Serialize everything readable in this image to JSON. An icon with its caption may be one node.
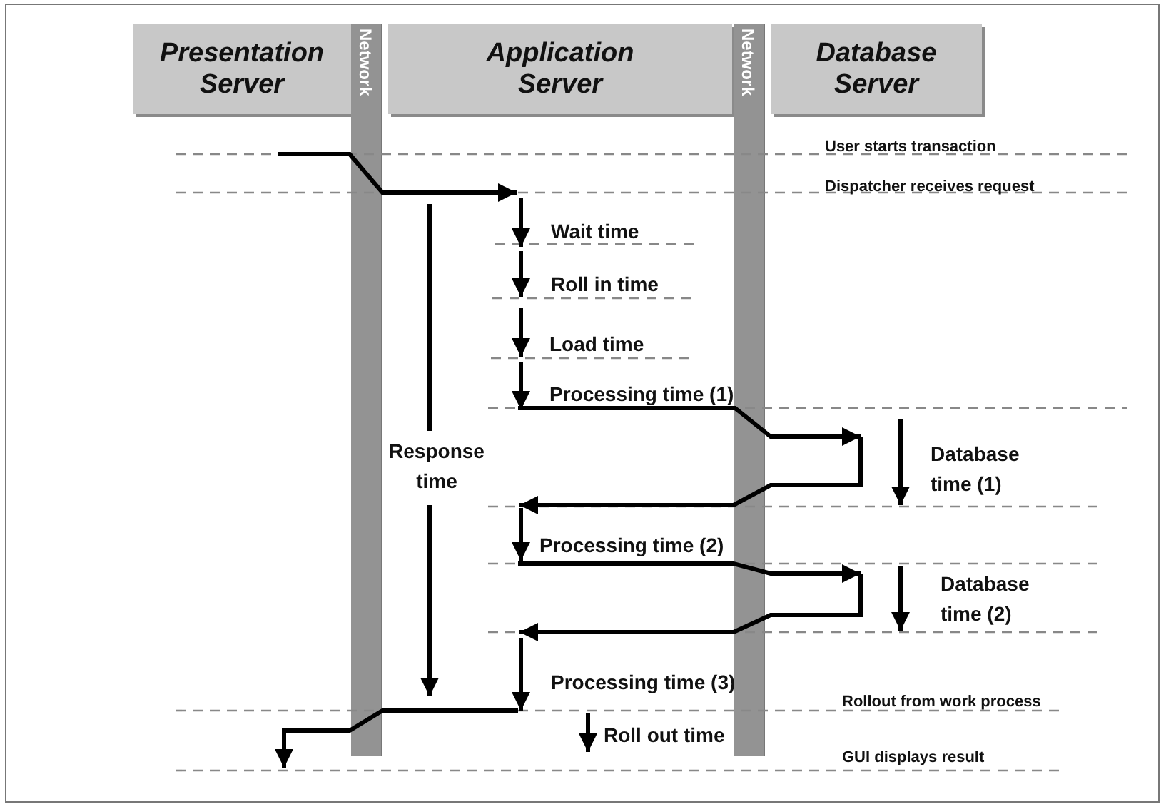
{
  "diagram": {
    "nodes": [
      {
        "text": [
          "Presentation Server"
        ]
      },
      {
        "text": [
          "Network"
        ]
      },
      {
        "text": [
          "Application Server"
        ]
      },
      {
        "text": [
          "Network"
        ]
      },
      {
        "text": [
          "Database Server"
        ]
      }
    ],
    "labels": [
      "User starts transaction",
      "Dispatcher receives request",
      "Wait time",
      "Roll in time",
      "Load time",
      "Processing time (1)",
      "Response time",
      "Database time (1)",
      "Processing time (2)",
      "Database time (2)",
      "Processing time (3)",
      "Rollout from work process",
      "Roll out time",
      "GUI displays result"
    ]
  }
}
